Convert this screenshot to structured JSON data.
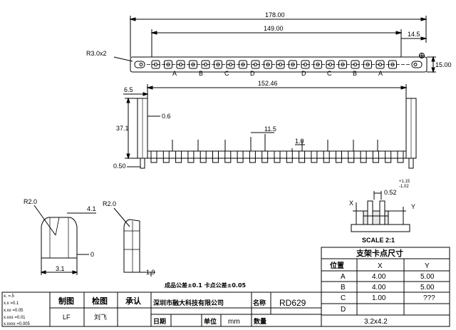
{
  "dims": {
    "overall_length": "178.00",
    "slot_span": "149.00",
    "end_offset": "14.5",
    "corner_radius": "R3.0x2",
    "height": "15.00",
    "pitch_length": "152.46",
    "side_offset": "6.5",
    "pin_spacing": "0.6",
    "body_height": "37.1",
    "pin_width": "11.5",
    "pin_thick": "1.0",
    "base_height": "0.50"
  },
  "slot_labels": [
    "A",
    "B",
    "C",
    "D",
    "D",
    "C",
    "B",
    "A"
  ],
  "clip_left": {
    "radius": "R2.0",
    "tip": "4.1",
    "gap": "0",
    "width": "3.1"
  },
  "clip_right": {
    "radius": "R2.0",
    "width": "1.9"
  },
  "detail": {
    "dim_052": "0.52",
    "tol_plus": "+1.15",
    "tol_minus": "-1.02",
    "axis_x": "X",
    "axis_y": "Y",
    "scale": "SCALE 2:1"
  },
  "tolerance_note": "成品公差±0.1  卡点公差±0.05",
  "table": {
    "title": "支架卡点尺寸",
    "headers": [
      "位置",
      "X",
      "Y"
    ],
    "rows": [
      {
        "pos": "A",
        "x": "4.00",
        "y": "5.00"
      },
      {
        "pos": "B",
        "x": "4.00",
        "y": "5.00"
      },
      {
        "pos": "C",
        "x": "1.00",
        "y": "???"
      },
      {
        "pos": "D",
        "x": "",
        "y": ""
      }
    ],
    "footer": "3.2x4.2"
  },
  "title_block": {
    "tol_lines": [
      "x.    =.5",
      "x.x   =0.1",
      "x.xx  =0.05",
      "x.xxx =0.01",
      "x.xxxx =0.005"
    ],
    "draw_label": "制图",
    "check_label": "检图",
    "approve_label": "承认",
    "drawer": "LF",
    "checker": "刘飞",
    "company": "深圳市融大科技有限公司",
    "name_label": "名称",
    "part_name": "RD629",
    "date_label": "日期",
    "unit_label": "单位",
    "unit_value": "mm",
    "qty_label": "数量"
  }
}
